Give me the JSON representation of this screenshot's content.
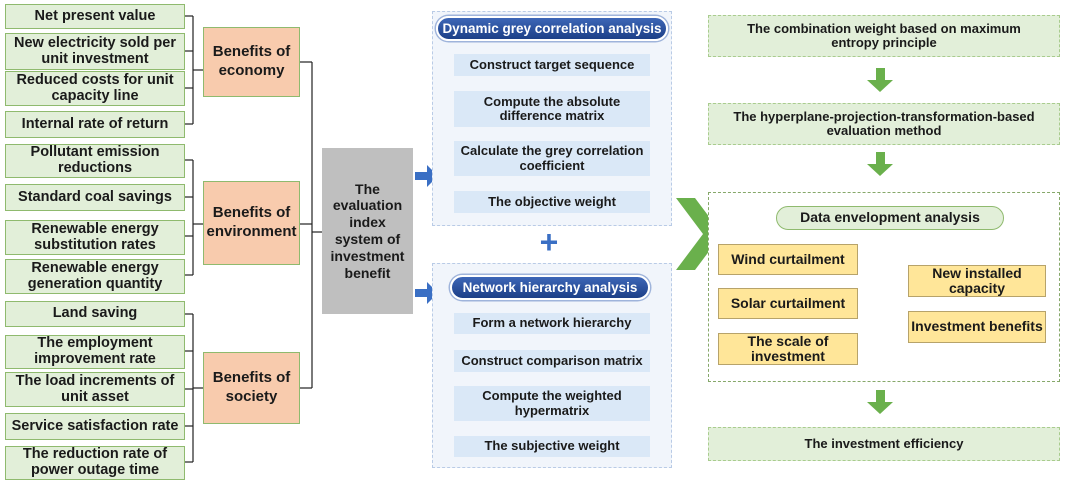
{
  "indicators": [
    "Net present value",
    "New electricity sold per unit investment",
    "Reduced costs for unit capacity line",
    "Internal rate of return",
    "Pollutant emission reductions",
    "Standard coal savings",
    "Renewable energy substitution rates",
    "Renewable energy generation quantity",
    "Land saving",
    "The employment improvement rate",
    "The load increments of unit asset",
    "Service satisfaction rate",
    "The reduction rate of power outage time"
  ],
  "categories": [
    "Benefits of economy",
    "Benefits of environment",
    "Benefits of society"
  ],
  "index_system": "The evaluation index system of investment benefit",
  "grey": {
    "title": "Dynamic grey correlation analysis",
    "steps": [
      "Construct target sequence",
      "Compute the absolute difference matrix",
      "Calculate the grey correlation coefficient",
      "The objective weight"
    ]
  },
  "network": {
    "title": "Network hierarchy analysis",
    "steps": [
      "Form a network hierarchy",
      "Construct comparison matrix",
      "Compute the weighted hypermatrix",
      "The subjective weight"
    ]
  },
  "plus_symbol": "+",
  "right": {
    "combination": "The combination weight based on maximum entropy principle",
    "hyperplane": "The hyperplane-projection-transformation-based evaluation method",
    "dea_title": "Data envelopment analysis",
    "dea_inputs": [
      "Wind curtailment",
      "Solar curtailment",
      "The scale of investment"
    ],
    "dea_outputs": [
      "New installed capacity",
      "Investment benefits"
    ],
    "efficiency": "The investment efficiency"
  },
  "colors": {
    "indicator_fill": "#e2efd9",
    "category_fill": "#f8cbad",
    "index_fill": "#bfbfbf",
    "step_fill": "#dae8f7",
    "pill_fill": "#2a4f9c",
    "dea_fill": "#ffe699",
    "arrow_blue": "#3a6fc4",
    "arrow_green": "#6ab04c"
  }
}
